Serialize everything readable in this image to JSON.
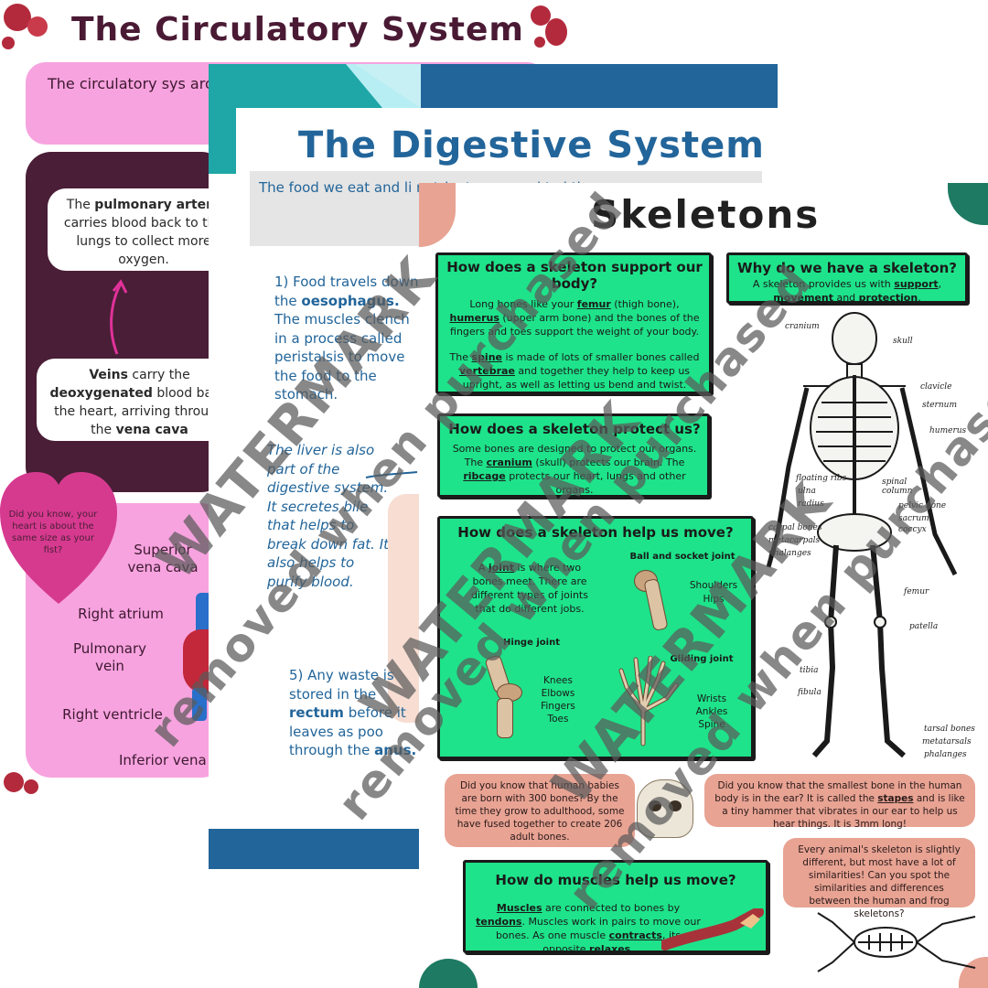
{
  "circulatory": {
    "title": "The Circulatory System",
    "intro": "The circulatory sys around the body oxygen and",
    "pulmonary_artery": {
      "pre": "The ",
      "b1": "pulmonary artery",
      "post": " carries blood back to the lungs to collect more oxygen."
    },
    "veins": {
      "b1": "Veins",
      "t1": " carry the ",
      "b2": "deoxygenated",
      "t2": " blood ba to the heart, arriving through the ",
      "b3": "vena cava"
    },
    "did_you_know": "Did you know, your heart is about the same size as your fist?",
    "labels": [
      "Superior vena cava",
      "Right atrium",
      "Pulmonary vein",
      "Right ventricle",
      "Inferior vena"
    ]
  },
  "digestive": {
    "title": "The Digestive System",
    "intro": "The food we eat and li nutrients we need to l the pr",
    "step1": {
      "pre": "1) Food travels down the ",
      "b": "oesophagus.",
      "post": " The muscles clench in a process called peristalsis to move the food to the stomach."
    },
    "liver": "The liver is also part of the digestive system. It secretes bile that helps to break down fat. It also helps to purify blood.",
    "step5": {
      "pre": "5) Any waste is stored in the ",
      "b1": "rectum",
      "mid": " before it leaves as poo through the ",
      "b2": "anus."
    }
  },
  "skeletons": {
    "title": "Skeletons",
    "q1": "How does a skeleton support our body?",
    "q1_p1": {
      "a": "Long bones like your ",
      "femur": "femur",
      "b": " (thigh bone), ",
      "humerus": "humerus",
      "c": " (upper arm bone) and the bones of the fingers and toes support the weight of your body."
    },
    "q1_p2": {
      "a": "The ",
      "spine": "spine",
      "b": " is made of lots of smaller bones called ",
      "vertebrae": "vertebrae",
      "c": " and together they help to keep us upright, as well as letting us bend and twist."
    },
    "q2": "Why do we have a skeleton?",
    "q2_text": {
      "a": "A skeleton provides us with ",
      "support": "support",
      "b": ", ",
      "movement": "movement",
      "c": " and ",
      "protection": "protection",
      "d": "."
    },
    "q3": "How does a skeleton protect us?",
    "q3_text": {
      "a": "Some bones are designed to protect our organs. The ",
      "cranium": "cranium",
      "b": " (skull) protects our brain. The ",
      "ribcage": "ribcage",
      "c": " protects our heart, lungs and other organs."
    },
    "q4": "How does a skeleton help us move?",
    "q4_text": {
      "a": "A ",
      "joint": "joint",
      "b": " is where two bones meet. There are different types of joints that do different jobs."
    },
    "ball_socket": "Ball and socket joint",
    "ball_socket_list": [
      "Shoulders",
      "Hips"
    ],
    "hinge": "Hinge joint",
    "hinge_list": [
      "Knees",
      "Elbows",
      "Fingers",
      "Toes"
    ],
    "gliding": "Gliding joint",
    "gliding_list": [
      "Wrists",
      "Ankles",
      "Spine"
    ],
    "fact1": "Did you know that human babies are born with 300 bones? By the time they grow to adulthood, some have fused together to create 206 adult bones.",
    "fact2": {
      "a": "Did you know that the smallest bone in the human body is in the ear? It is called the ",
      "stapes": "stapes",
      "b": " and is like a tiny hammer that vibrates in our ear to help us hear things. It is 3mm long!"
    },
    "fact3": "Every animal's skeleton is slightly different, but most have a lot of similarities! Can you spot the similarities and differences between the human and frog skeletons?",
    "q5": "How do muscles help us move?",
    "q5_text": {
      "muscles": "Muscles",
      "a": " are connected to bones by ",
      "tendons": "tendons",
      "b": ". Muscles work in pairs to move our bones. As one muscle ",
      "contracts": "contracts",
      "c": ", its opposite ",
      "relaxes": "relaxes",
      "d": "."
    },
    "bone_labels": [
      "cranium",
      "skull",
      "clavicle",
      "sternum",
      "humerus",
      "floating ribs",
      "ulna",
      "radius",
      "spinal column",
      "pelvic bone",
      "sacrum",
      "coccyx",
      "carpal bones",
      "metacarpals",
      "phalanges",
      "femur",
      "patella",
      "tibia",
      "fibula",
      "tarsal bones",
      "metatarsals",
      "phalanges"
    ]
  },
  "watermark": {
    "line1": "WATERMARK",
    "line2": "removed when purchased"
  },
  "colors": {
    "circ_pink": "#f7a3df",
    "circ_dark": "#4a1e36",
    "dig_blue": "#22659a",
    "skel_green": "#1ee38a",
    "skel_salmon": "#e8a393"
  }
}
